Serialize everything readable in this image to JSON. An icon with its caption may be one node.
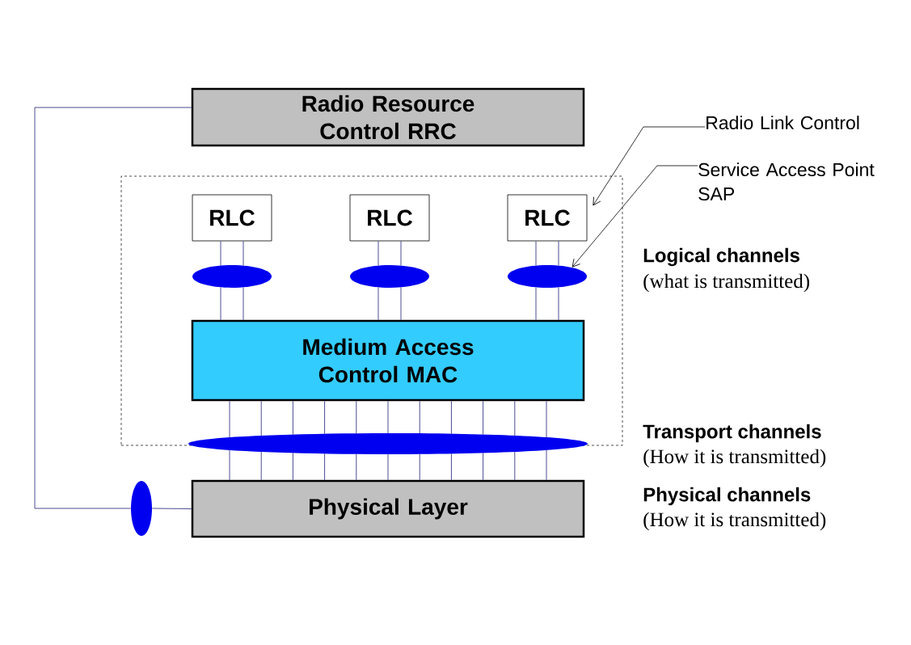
{
  "diagram": {
    "nodes": [
      {
        "text": [
          "Radio Resource Control RRC"
        ]
      },
      {
        "text": [],
        "shape": "box"
      },
      {
        "text": [
          "RLC"
        ],
        "in": 1
      },
      {
        "text": [
          "RLC"
        ],
        "in": 1
      },
      {
        "text": [
          "RLC"
        ],
        "in": 1
      },
      {
        "text": [],
        "shape": "ellipse",
        "in": 1
      },
      {
        "text": [],
        "shape": "ellipse",
        "in": 1
      },
      {
        "text": [],
        "shape": "ellipse",
        "in": 1
      },
      {
        "text": [
          "Medium Access Control MAC"
        ],
        "in": 1
      },
      {
        "text": [],
        "shape": "ellipse"
      },
      {
        "text": [
          "Physical Layer"
        ]
      },
      {
        "text": [],
        "shape": "ellipse"
      },
      {
        "text": [
          "Radio Link Control"
        ]
      },
      {
        "text": [
          "Service Access Point SAP"
        ]
      }
    ],
    "edges": [
      {
        "from": 2,
        "to": 5,
        "arrow": "none"
      },
      {
        "from": 2,
        "to": 5,
        "arrow": "none"
      },
      {
        "from": 3,
        "to": 6,
        "arrow": "none"
      },
      {
        "from": 3,
        "to": 6,
        "arrow": "none"
      },
      {
        "from": 4,
        "to": 7,
        "arrow": "none"
      },
      {
        "from": 4,
        "to": 7,
        "arrow": "none"
      },
      {
        "from": 5,
        "to": 8,
        "arrow": "none"
      },
      {
        "from": 5,
        "to": 8,
        "arrow": "none"
      },
      {
        "from": 6,
        "to": 8,
        "arrow": "none"
      },
      {
        "from": 6,
        "to": 8,
        "arrow": "none"
      },
      {
        "from": 7,
        "to": 8,
        "arrow": "none"
      },
      {
        "from": 7,
        "to": 8,
        "arrow": "none"
      },
      {
        "from": 8,
        "to": 9,
        "arrow": "none"
      },
      {
        "from": 8,
        "to": 9,
        "arrow": "none"
      },
      {
        "from": 8,
        "to": 9,
        "arrow": "none"
      },
      {
        "from": 8,
        "to": 9,
        "arrow": "none"
      },
      {
        "from": 8,
        "to": 9,
        "arrow": "none"
      },
      {
        "from": 8,
        "to": 9,
        "arrow": "none"
      },
      {
        "from": 8,
        "to": 9,
        "arrow": "none"
      },
      {
        "from": 8,
        "to": 9,
        "arrow": "none"
      },
      {
        "from": 8,
        "to": 9,
        "arrow": "none"
      },
      {
        "from": 8,
        "to": 9,
        "arrow": "none"
      },
      {
        "from": 8,
        "to": 9,
        "arrow": "none"
      },
      {
        "from": 9,
        "to": 10,
        "arrow": "none"
      },
      {
        "from": 9,
        "to": 10,
        "arrow": "none"
      },
      {
        "from": 9,
        "to": 10,
        "arrow": "none"
      },
      {
        "from": 9,
        "to": 10,
        "arrow": "none"
      },
      {
        "from": 9,
        "to": 10,
        "arrow": "none"
      },
      {
        "from": 9,
        "to": 10,
        "arrow": "none"
      },
      {
        "from": 9,
        "to": 10,
        "arrow": "none"
      },
      {
        "from": 9,
        "to": 10,
        "arrow": "none"
      },
      {
        "from": 9,
        "to": 10,
        "arrow": "none"
      },
      {
        "from": 9,
        "to": 10,
        "arrow": "none"
      },
      {
        "from": 9,
        "to": 10,
        "arrow": "none"
      },
      {
        "from": 0,
        "to": 11,
        "arrow": "none"
      },
      {
        "from": 11,
        "to": 10,
        "arrow": "none"
      },
      {
        "from": 12,
        "to": 4,
        "arrow": "to",
        "color": "#000000"
      },
      {
        "from": 13,
        "to": 7,
        "arrow": "to",
        "color": "#000000"
      }
    ],
    "labels": [
      "Logical channels",
      "(what is transmitted)",
      "Transport channels",
      "(How it is transmitted)",
      "Physical channels",
      "(How it is transmitted)"
    ]
  }
}
